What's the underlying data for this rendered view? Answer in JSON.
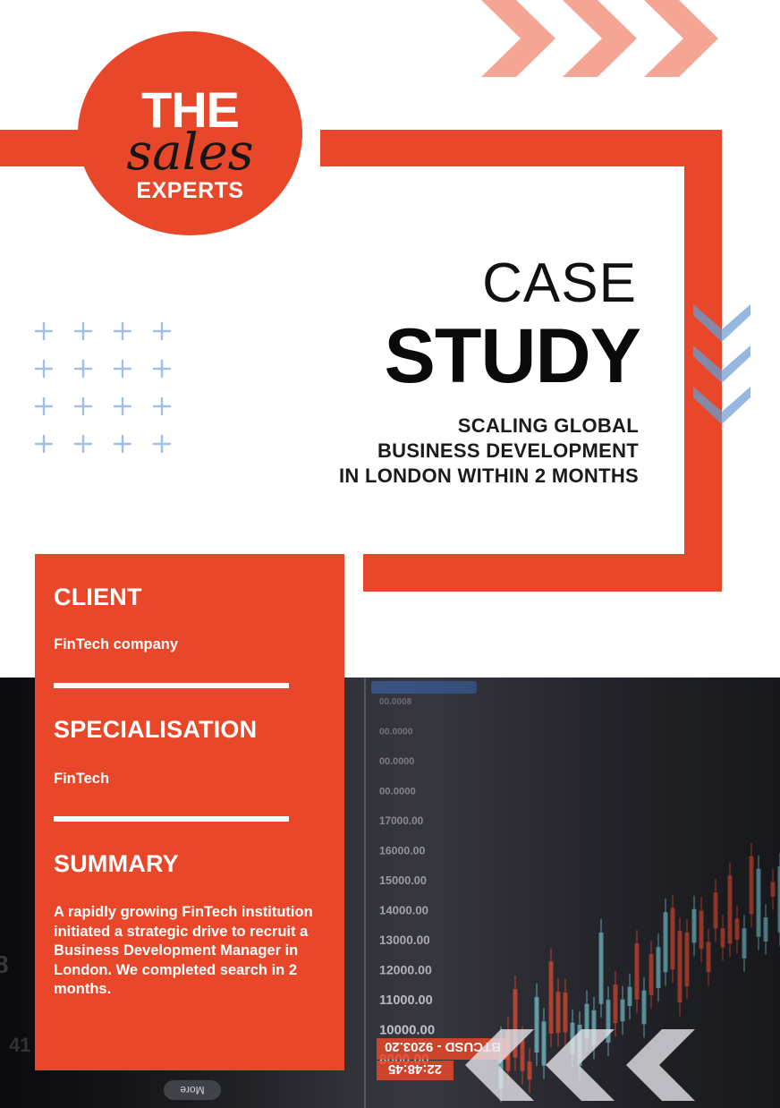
{
  "logo": {
    "line1": "THE",
    "line2": "sales",
    "line3": "EXPERTS"
  },
  "title": {
    "line1": "CASE",
    "line2": "STUDY"
  },
  "subtitle": [
    "SCALING GLOBAL",
    "BUSINESS DEVELOPMENT",
    "IN LONDON WITHIN 2 MONTHS"
  ],
  "card": {
    "client_heading": "CLIENT",
    "client_text": "FinTech company",
    "specialisation_heading": "SPECIALISATION",
    "specialisation_text": "FinTech",
    "summary_heading": "SUMMARY",
    "summary_text": "A rapidly growing FinTech institution initiated a strategic drive to recruit a Business Development Manager in London. We completed search in 2 months."
  },
  "photo_labels": {
    "prices": [
      "00.0008",
      "00.0000",
      "00.0000",
      "00.0000",
      "17000.00",
      "16000.00",
      "15000.00",
      "14000.00",
      "13000.00",
      "12000.00",
      "11000.00",
      "10000.00",
      "8000.00"
    ],
    "ticker_price": "BTCUSD - 9203.20",
    "ticker_time": "22:48:45",
    "button_label": "More"
  },
  "colors": {
    "brand_orange": "#e8472a",
    "chevron_pink": "#f4a594",
    "chevron_blue": "#8fb3de",
    "plus_blue": "#9fc0e3"
  }
}
